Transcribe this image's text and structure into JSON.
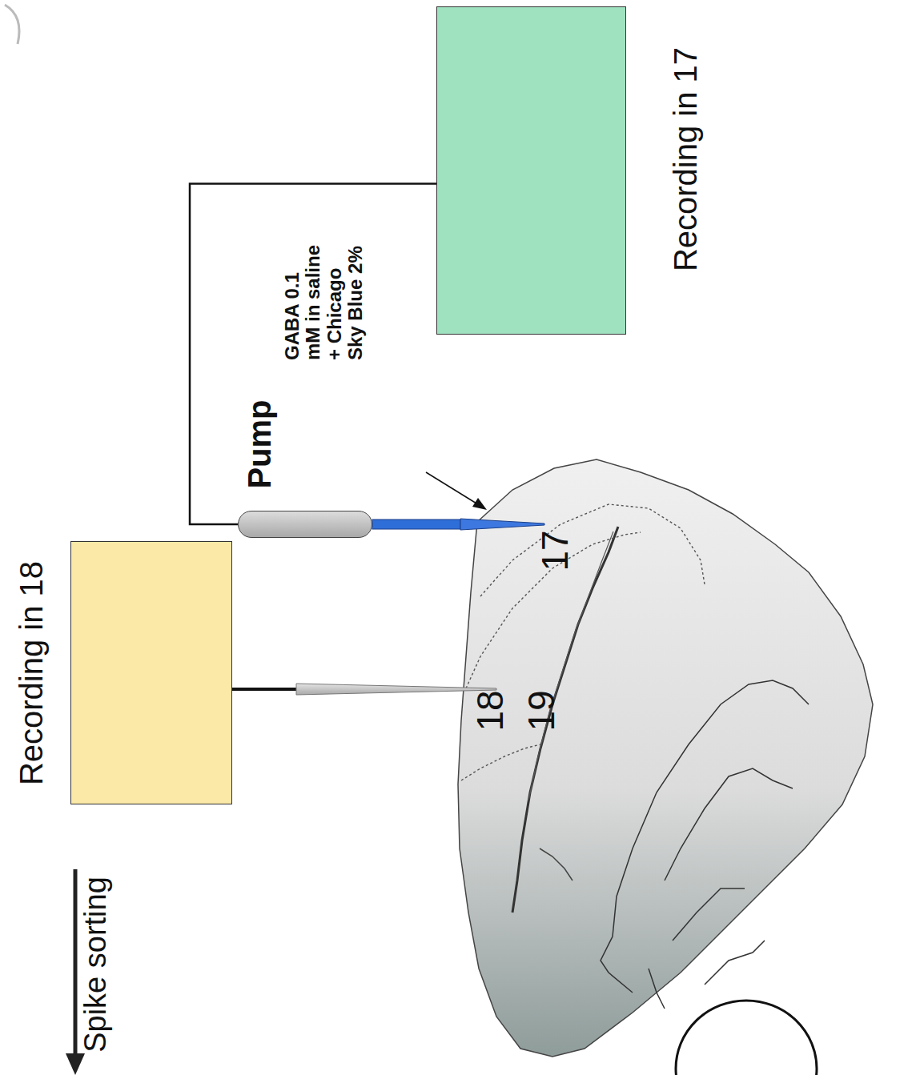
{
  "diagram": {
    "nodes": [
      {
        "text": [
          "Recording in 18"
        ]
      },
      {
        "text": [
          "Pump"
        ]
      },
      {
        "text": [
          "Recording in 17"
        ]
      }
    ],
    "edges": [
      {
        "from": 2,
        "to": 1,
        "arrow": "none"
      }
    ],
    "labels": [
      "Spike sorting",
      "GABA 0.1 mM in saline + Chicago Sky Blue 2%",
      "17",
      "18",
      "19"
    ]
  }
}
